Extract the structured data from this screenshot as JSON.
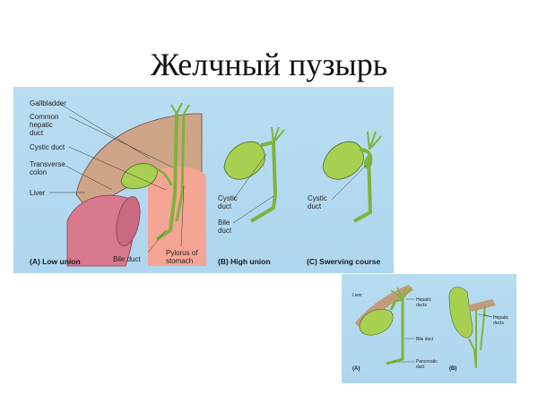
{
  "slide": {
    "title": "Желчный пузырь"
  },
  "figure_top": {
    "panel_a": {
      "labels": {
        "gallbladder": "Gallbladder",
        "common_hepatic_duct": "Common\nhepatic\nduct",
        "cystic_duct": "Cystic duct",
        "transverse_colon": "Transverse\ncolon",
        "liver": "Liver",
        "bile_duct": "Bile duct",
        "pylorus": "Pylorus of\nstomach"
      },
      "caption": "(A) Low union"
    },
    "panel_b": {
      "labels": {
        "cystic_duct": "Cystic\nduct",
        "bile_duct": "Bile\nduct"
      },
      "caption": "(B) High union"
    },
    "panel_c": {
      "labels": {
        "cystic_duct": "Cystic\nduct"
      },
      "caption": "(C) Swerving course"
    }
  },
  "figure_bottom": {
    "panel_a": {
      "labels": {
        "liver": "Liver",
        "hepatic_ducts": "Hepatic\nducts",
        "bile_duct": "Bile duct",
        "pancreatic_duct": "Pancreatic\nduct"
      },
      "caption": "(A)"
    },
    "panel_b": {
      "labels": {
        "hepatic_ducts": "Hepatic\nducts"
      },
      "caption": "(B)"
    }
  },
  "colors": {
    "background": "#b6dcf0",
    "gallbladder": "#9ccc45",
    "duct": "#8cc63f",
    "liver": "#c9a082",
    "stomach": "#f4a08f",
    "colon": "#d9758a"
  }
}
